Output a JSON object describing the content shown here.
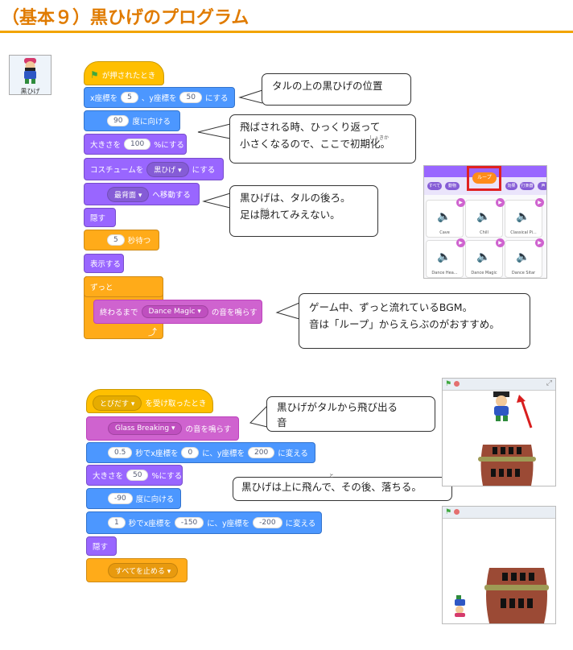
{
  "title": "（基本９）黒ひげのプログラム",
  "sprite": {
    "name": "黒ひげ"
  },
  "script1": {
    "hat": "が押されたとき",
    "goto": {
      "pre": "x座標を",
      "x": "5",
      "mid": "、y座標を",
      "y": "50",
      "post": "にする"
    },
    "point": {
      "value": "90",
      "post": "度に向ける"
    },
    "size": {
      "pre": "大きさを",
      "value": "100",
      "post": "%にする"
    },
    "costume": {
      "pre": "コスチュームを",
      "value": "黒ひげ",
      "post": "にする"
    },
    "layer": {
      "value": "最背面",
      "post": "へ移動する"
    },
    "hide": "隠す",
    "wait": {
      "value": "5",
      "post": "秒待つ"
    },
    "show": "表示する",
    "forever": "ずっと",
    "play": {
      "pre": "終わるまで",
      "value": "Dance Magic",
      "post": "の音を鳴らす"
    },
    "loop_arrow": "⤴"
  },
  "script2": {
    "hat": {
      "value": "とびだす",
      "post": "を受け取ったとき"
    },
    "sound": {
      "value": "Glass Breaking",
      "post": "の音を鳴らす"
    },
    "glide1": {
      "secs": "0.5",
      "pre": "秒でx座標を",
      "x": "0",
      "mid": "に、y座標を",
      "y": "200",
      "post": "に変える"
    },
    "size": {
      "pre": "大きさを",
      "value": "50",
      "post": "%にする"
    },
    "point": {
      "value": "-90",
      "post": "度に向ける"
    },
    "glide2": {
      "secs": "1",
      "pre": "秒でx座標を",
      "x": "-150",
      "mid": "に、y座標を",
      "y": "-200",
      "post": "に変える"
    },
    "hide": "隠す",
    "stop": "すべてを止める"
  },
  "callouts": {
    "c1": "タルの上の黒ひげの位置",
    "c2_line1": "飛ばされる時、ひっくり返って",
    "c2_line2": "小さくなるので、ここで初期化。",
    "c2_ruby": "しょきか",
    "c3_line1": "黒ひげは、タルの後ろ。",
    "c3_line2": "足は隠れてみえない。",
    "c3_ruby": "かく",
    "c4_line1": "ゲーム中、ずっと流れているBGM。",
    "c4_line2": "音は「ループ」からえらぶのがおすすめ。",
    "c5_line1": "黒ひげがタルから飛び出る",
    "c5_line2": "音",
    "c6": "黒ひげは上に飛んで、その後、落ちる。",
    "c6_ruby": "と"
  },
  "sound_library": {
    "loop_tab": "ループ",
    "tabs": [
      "すべて",
      "動物",
      "",
      "",
      "効果",
      "打楽器",
      "声"
    ],
    "sounds": [
      "Cave",
      "Chill",
      "Classical Pi...",
      "Dance Hea...",
      "Dance Magic",
      "Dance Sitar"
    ]
  },
  "colors": {
    "title": "#e07b00",
    "rule": "#f2a400",
    "highlight": "#e02020",
    "arrow": "#d81e1e"
  }
}
